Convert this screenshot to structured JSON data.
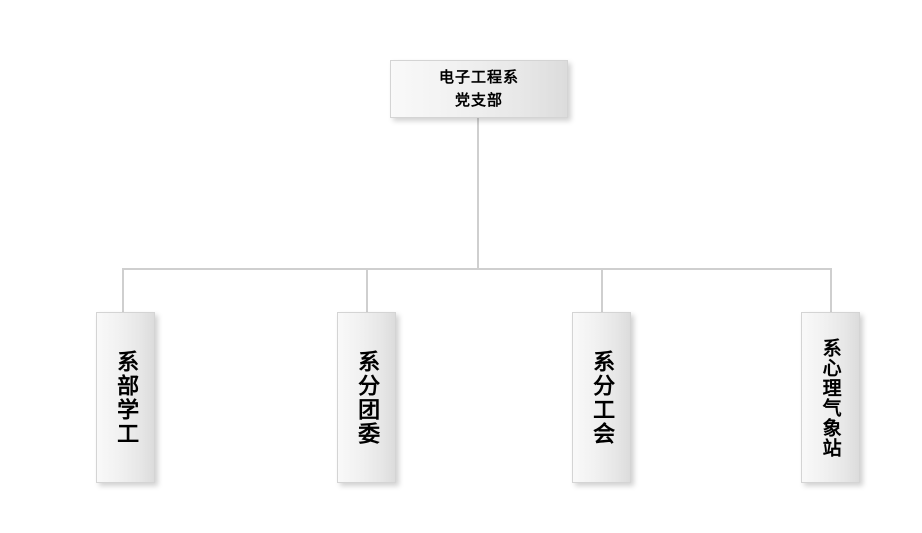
{
  "chart_data": {
    "type": "diagram",
    "diagram_type": "organization-chart",
    "title": "",
    "orientation": "top-down",
    "root": {
      "id": "root",
      "label": "电子工程系\n党支部",
      "text_direction": "horizontal"
    },
    "children": [
      {
        "id": "child-1",
        "label": "系部学工",
        "text_direction": "vertical",
        "char_count": 4
      },
      {
        "id": "child-2",
        "label": "系分团委",
        "text_direction": "vertical",
        "char_count": 4
      },
      {
        "id": "child-3",
        "label": "系分工会",
        "text_direction": "vertical",
        "char_count": 4
      },
      {
        "id": "child-4",
        "label": "系心理气象站",
        "text_direction": "vertical",
        "char_count": 6
      }
    ],
    "edges": [
      {
        "from": "root",
        "to": "child-1"
      },
      {
        "from": "root",
        "to": "child-2"
      },
      {
        "from": "root",
        "to": "child-3"
      },
      {
        "from": "root",
        "to": "child-4"
      }
    ],
    "style": {
      "background": "#ffffff",
      "box_fill_start": "#f9f9f9",
      "box_fill_end": "#dcdcdc",
      "box_border": "#d4d4d4",
      "text_color": "#000000",
      "connector_color": "#cfcfcf"
    }
  }
}
